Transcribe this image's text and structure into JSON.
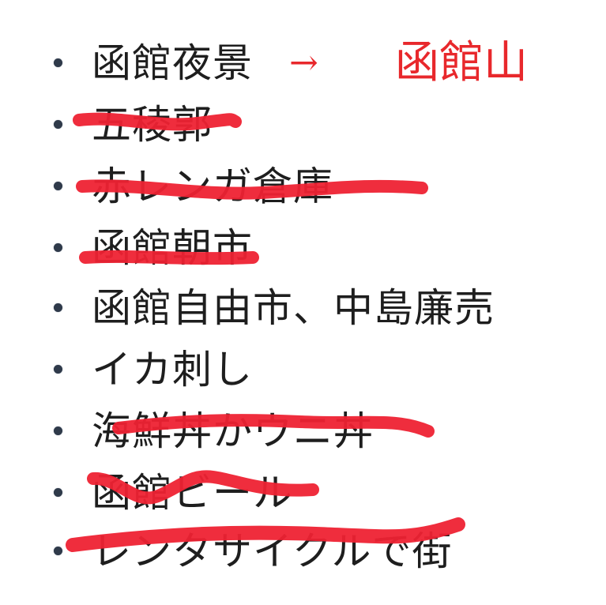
{
  "items": [
    {
      "text": "函館夜景",
      "struck": false
    },
    {
      "text": "五稜郭",
      "struck": true
    },
    {
      "text": "赤レンガ倉庫",
      "struck": true
    },
    {
      "text": "函館朝市",
      "struck": true
    },
    {
      "text": "函館自由市、中島廉売",
      "struck": false
    },
    {
      "text": "イカ刺し",
      "struck": false
    },
    {
      "text": "海鮮丼かウニ丼",
      "struck": true
    },
    {
      "text": "函館ビール",
      "struck": true
    },
    {
      "text": "レンタサイクルで街",
      "struck": true
    }
  ],
  "annotation": {
    "arrow": "→",
    "destination": "函館山"
  },
  "colors": {
    "ink": "#1e1e1e",
    "marker": "#ee2233",
    "bullet": "#2f3a4a"
  }
}
